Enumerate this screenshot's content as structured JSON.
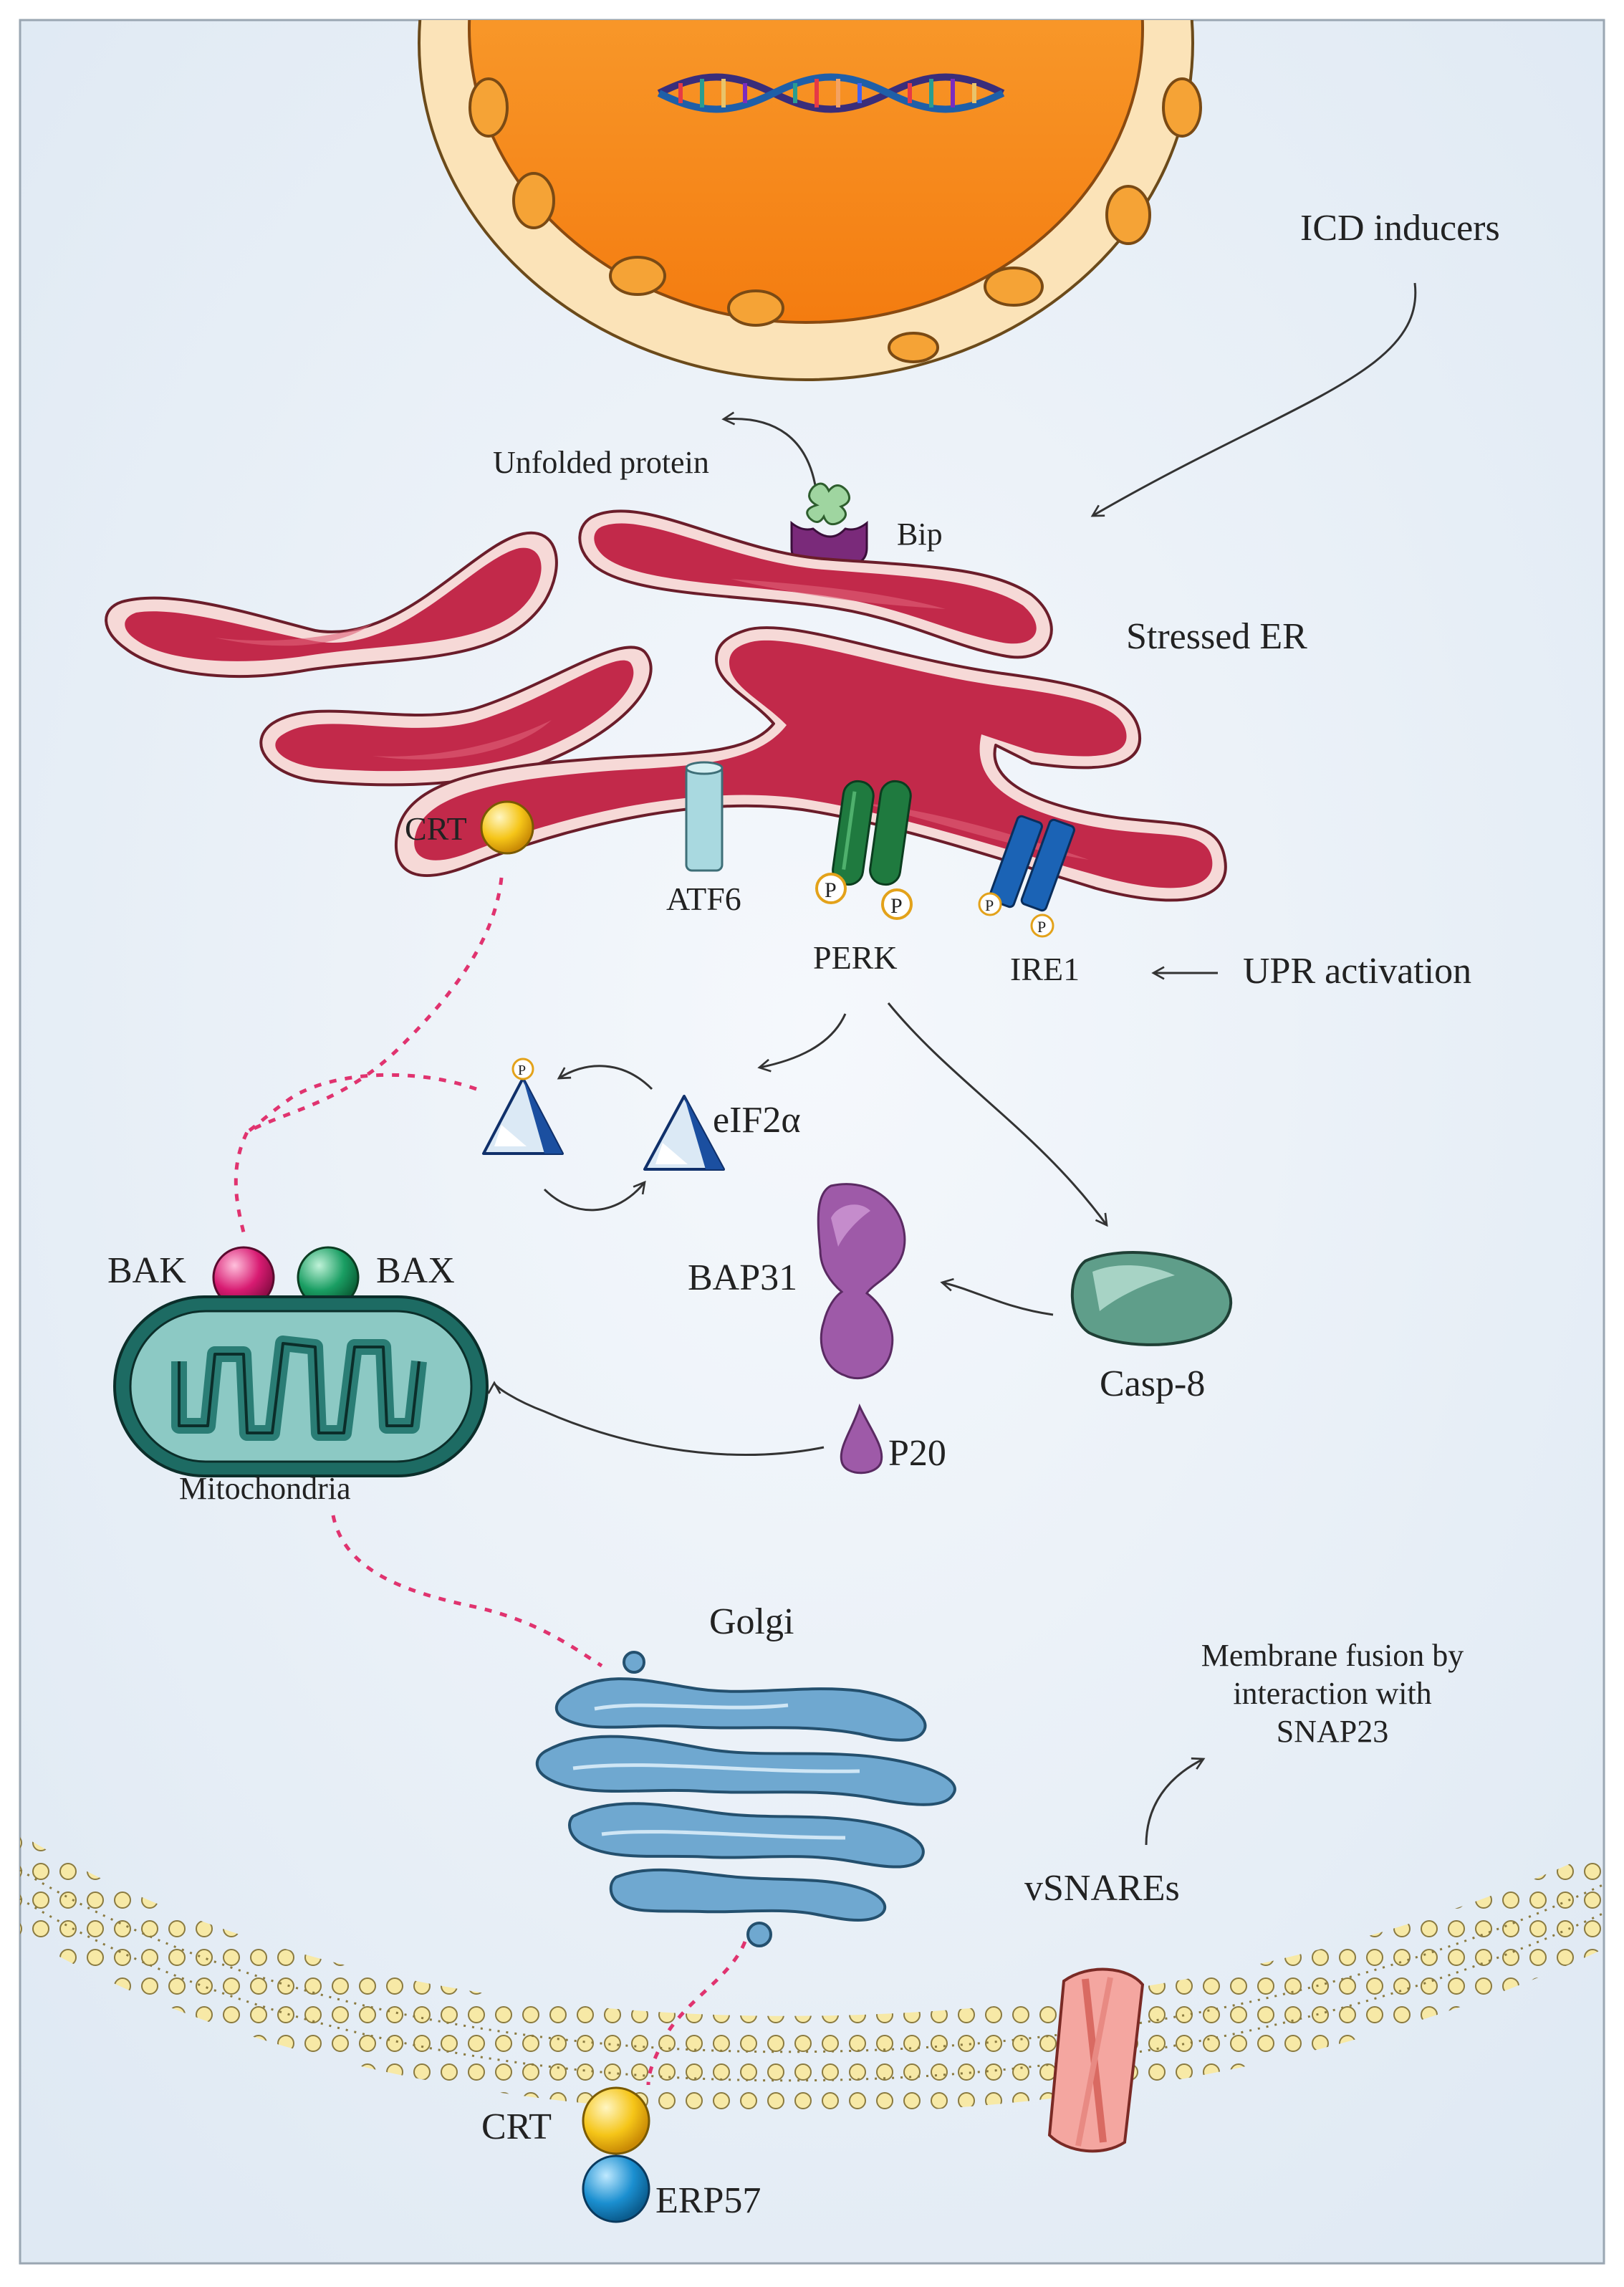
{
  "labels": {
    "icd_inducers": "ICD inducers",
    "unfolded_protein": "Unfolded protein",
    "bip": "Bip",
    "stressed_er": "Stressed ER",
    "crt_er": "CRT",
    "atf6": "ATF6",
    "perk": "PERK",
    "ire1": "IRE1",
    "upr_activation": "UPR activation",
    "eif2a": "eIF2α",
    "bak": "BAK",
    "bax": "BAX",
    "bap31": "BAP31",
    "casp8": "Casp-8",
    "mitochondria": "Mitochondria",
    "p20": "P20",
    "golgi": "Golgi",
    "membrane_fusion": [
      "Membrane fusion by",
      "interaction  with",
      "SNAP23"
    ],
    "vsnares": "vSNAREs",
    "crt_membrane": "CRT",
    "erp57": "ERP57",
    "phospho": "P"
  },
  "colors": {
    "background": "#e6eef6",
    "nucleus": "#f7941d",
    "er": "#c2294a",
    "mito": "#1d6b63",
    "golgi": "#6fa8d0",
    "crt": "#f5c518",
    "erp57": "#1b8fd0",
    "bak": "#d81b72",
    "bax": "#1a9e63",
    "perk": "#1f7a3f",
    "ire1": "#1b63b5",
    "atf6": "#a9d9e0",
    "bap31": "#9e5aa8",
    "casp8": "#5f9e8a",
    "dotted": "#e0336f"
  }
}
